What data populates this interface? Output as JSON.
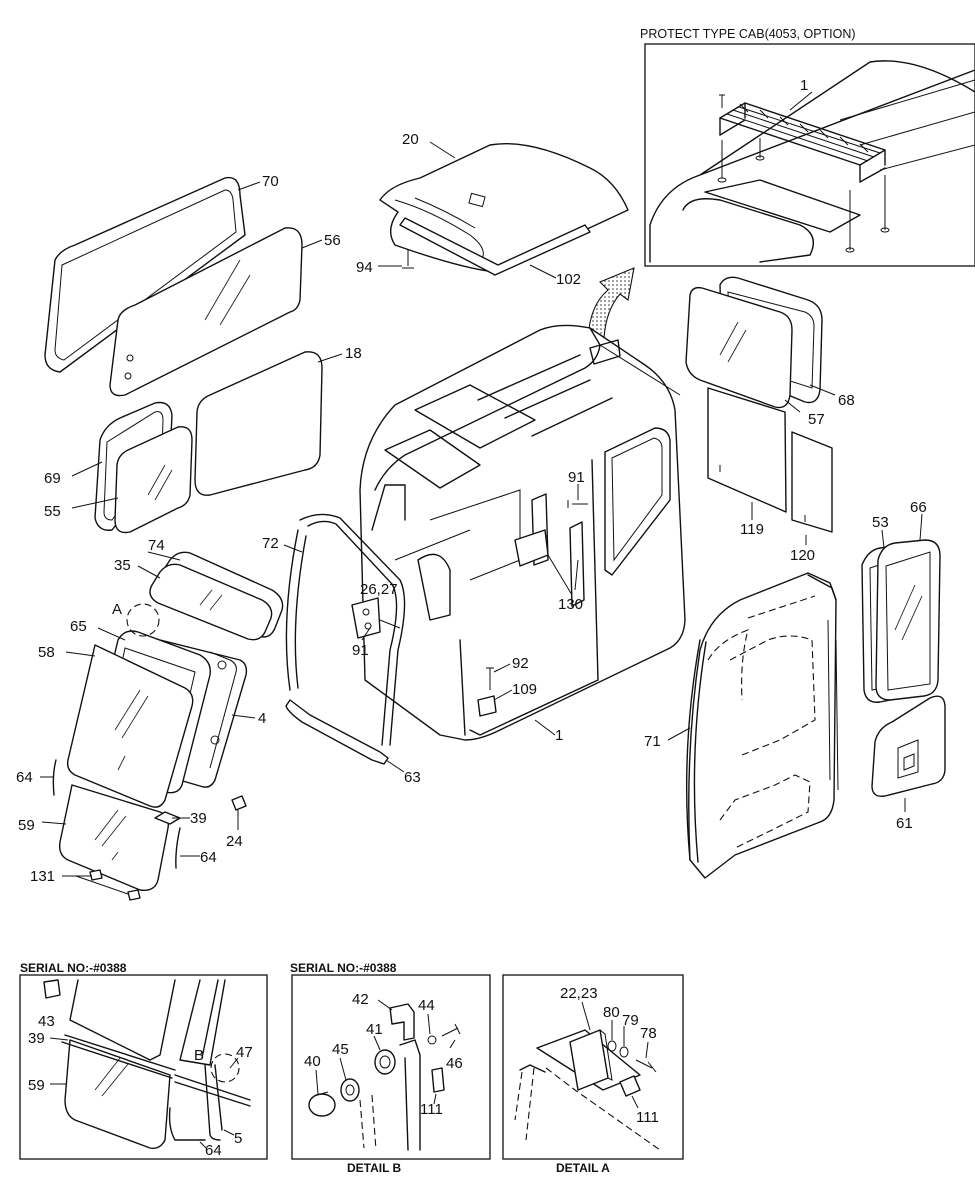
{
  "insets": {
    "protect_cab_title": "PROTECT TYPE CAB(4053, OPTION)",
    "serial_left_title": "SERIAL NO:-#0388",
    "serial_mid_title": "SERIAL NO:-#0388",
    "detail_b_caption": "DETAIL B",
    "detail_a_caption": "DETAIL A",
    "detail_a_marker": "A",
    "detail_b_marker": "B"
  },
  "callouts": {
    "c70": "70",
    "c56": "56",
    "c18": "18",
    "c20": "20",
    "c94": "94",
    "c102": "102",
    "c69": "69",
    "c55": "55",
    "c74": "74",
    "c35": "35",
    "c65": "65",
    "c58": "58",
    "c4": "4",
    "c64a": "64",
    "c59": "59",
    "c39": "39",
    "c24": "24",
    "c64b": "64",
    "c131": "131",
    "c72": "72",
    "c2627": "26,27",
    "c91a": "91",
    "c91b": "91",
    "c130": "130",
    "c92": "92",
    "c109": "109",
    "c1": "1",
    "c63": "63",
    "c57": "57",
    "c68": "68",
    "c119": "119",
    "c120": "120",
    "c53": "53",
    "c66": "66",
    "c71": "71",
    "c61": "61",
    "cprot1": "1",
    "s43": "43",
    "s39": "39",
    "s59": "59",
    "s47": "47",
    "s5": "5",
    "s64": "64",
    "b42": "42",
    "b44": "44",
    "b41": "41",
    "b45": "45",
    "b40": "40",
    "b46": "46",
    "b111": "111",
    "a2223": "22,23",
    "a80": "80",
    "a79": "79",
    "a78": "78",
    "a111": "111"
  }
}
